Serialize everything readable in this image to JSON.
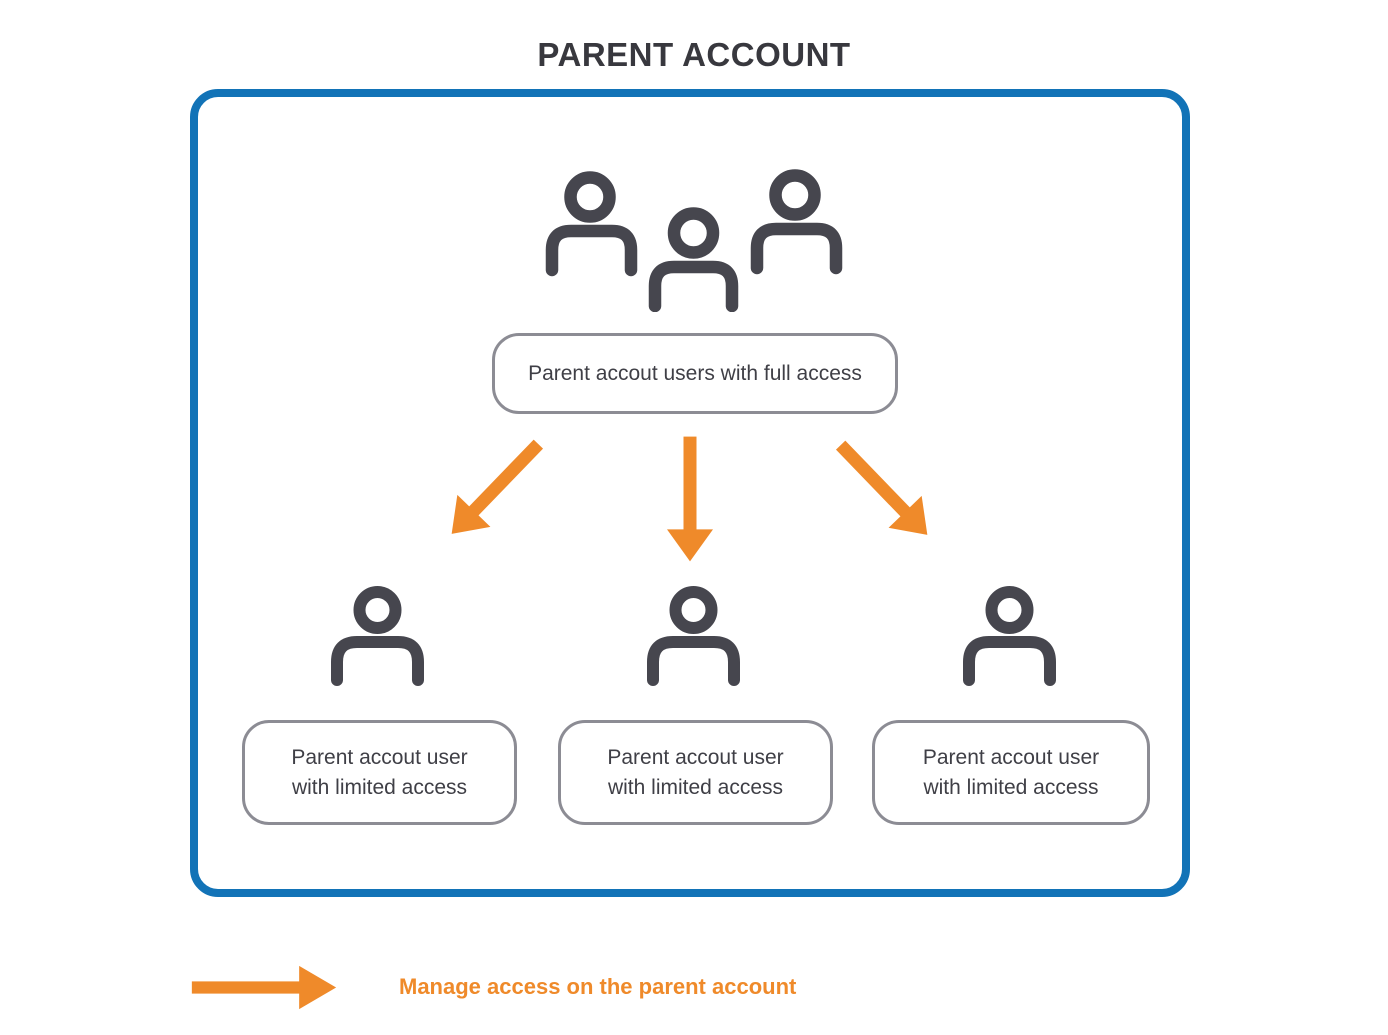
{
  "title": "PARENT ACCOUNT",
  "diagram": {
    "full_access_box": {
      "label": "Parent accout users with full access"
    },
    "limited_access_boxes": [
      {
        "label": "Parent accout user with limited access"
      },
      {
        "label": "Parent accout user with limited access"
      },
      {
        "label": "Parent accout user with limited access"
      }
    ]
  },
  "legend": {
    "label": "Manage access on the parent account"
  },
  "icons": {
    "group_users": "group-users-icon",
    "person": "person-icon",
    "arrow_down_left": "arrow-down-left-icon",
    "arrow_down": "arrow-down-icon",
    "arrow_down_right": "arrow-down-right-icon",
    "arrow_right": "arrow-right-icon"
  },
  "colors": {
    "frame_blue": "#1273B7",
    "accent_orange": "#EF8A2A",
    "icon_gray": "#46464E",
    "box_border_gray": "#8C8C94",
    "text_gray": "#3F3F46",
    "title_gray": "#38383E"
  }
}
